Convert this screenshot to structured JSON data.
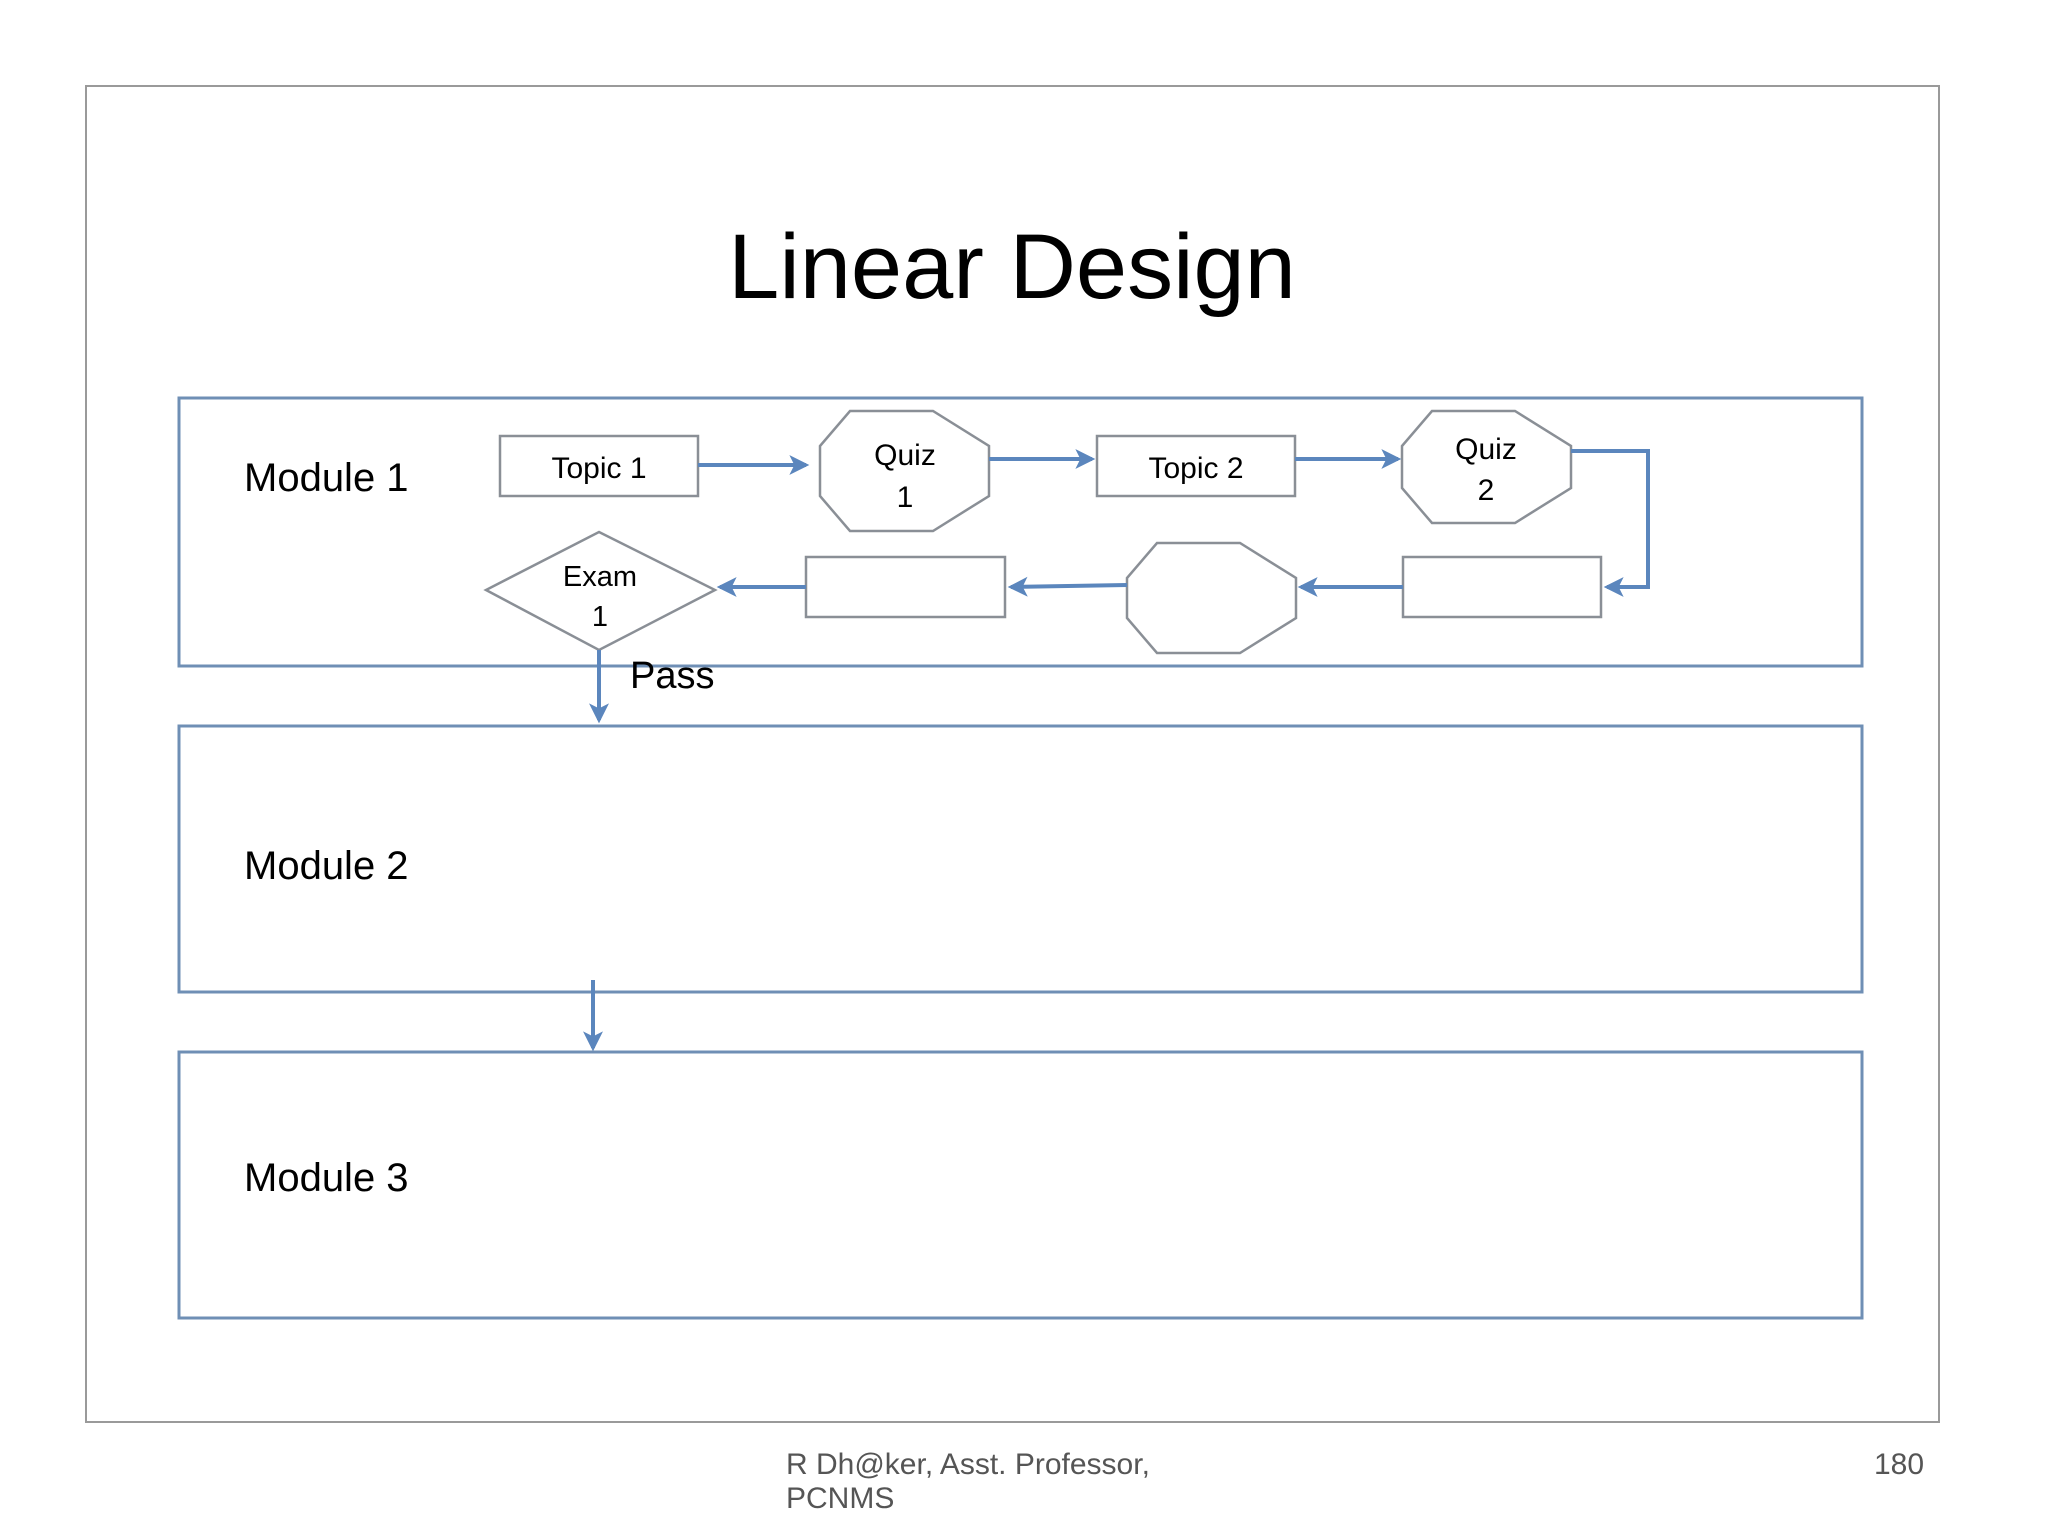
{
  "slide": {
    "title": "Linear Design",
    "footer_author": "R Dh@ker, Asst. Professor, PCNMS",
    "page_number": "180"
  },
  "modules": [
    {
      "label": "Module 1"
    },
    {
      "label": "Module 2"
    },
    {
      "label": "Module 3"
    }
  ],
  "flow": {
    "topic1": "Topic 1",
    "quiz1_line1": "Quiz",
    "quiz1_line2": "1",
    "topic2": "Topic 2",
    "quiz2_line1": "Quiz",
    "quiz2_line2": "2",
    "exam1_line1": "Exam",
    "exam1_line2": "1",
    "pass_label": "Pass"
  },
  "colors": {
    "arrow": "#5b86bd",
    "module_border": "#6f8fb5",
    "shape_border": "#8a8f96"
  }
}
